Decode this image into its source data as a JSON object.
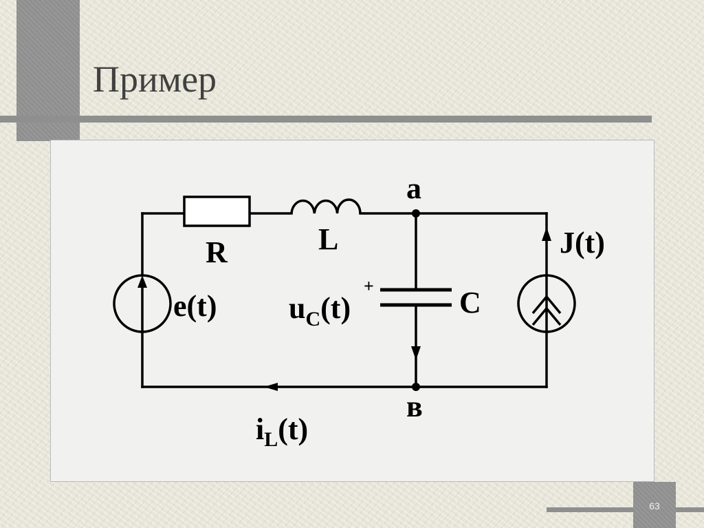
{
  "slide": {
    "title": "Пример",
    "page_number": "63"
  },
  "circuit": {
    "labels": {
      "resistor": "R",
      "inductor": "L",
      "capacitor": "C",
      "node_top": "a",
      "node_bottom": "в",
      "emf_source": "e(t)",
      "current_source": "J(t)",
      "cap_voltage_main": "u",
      "cap_voltage_sub": "C",
      "cap_voltage_arg": "(t)",
      "cap_polarity": "+",
      "inductor_current_main": "i",
      "inductor_current_sub": "L",
      "inductor_current_arg": "(t)"
    }
  }
}
